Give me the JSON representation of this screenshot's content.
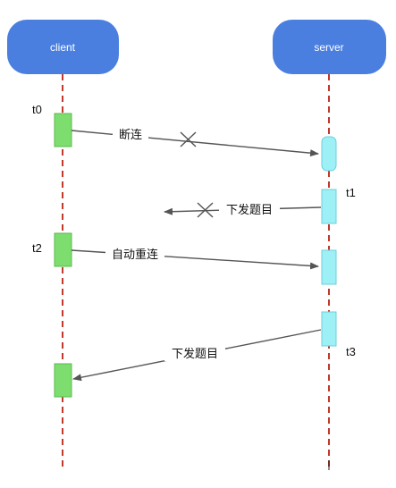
{
  "participants": {
    "client": "client",
    "server": "server"
  },
  "time_marks": {
    "t0": "t0",
    "t1": "t1",
    "t2": "t2",
    "t3": "t3"
  },
  "messages": {
    "disconnect": "断连",
    "push_question_lost": "下发题目",
    "auto_reconnect": "自动重连",
    "push_question": "下发题目"
  },
  "colors": {
    "header_fill": "#4a7fe0",
    "lifeline": "#c0392b",
    "client_activation": "#7dde6f",
    "server_activation": "#9ef0f7",
    "arrow": "#555555"
  }
}
